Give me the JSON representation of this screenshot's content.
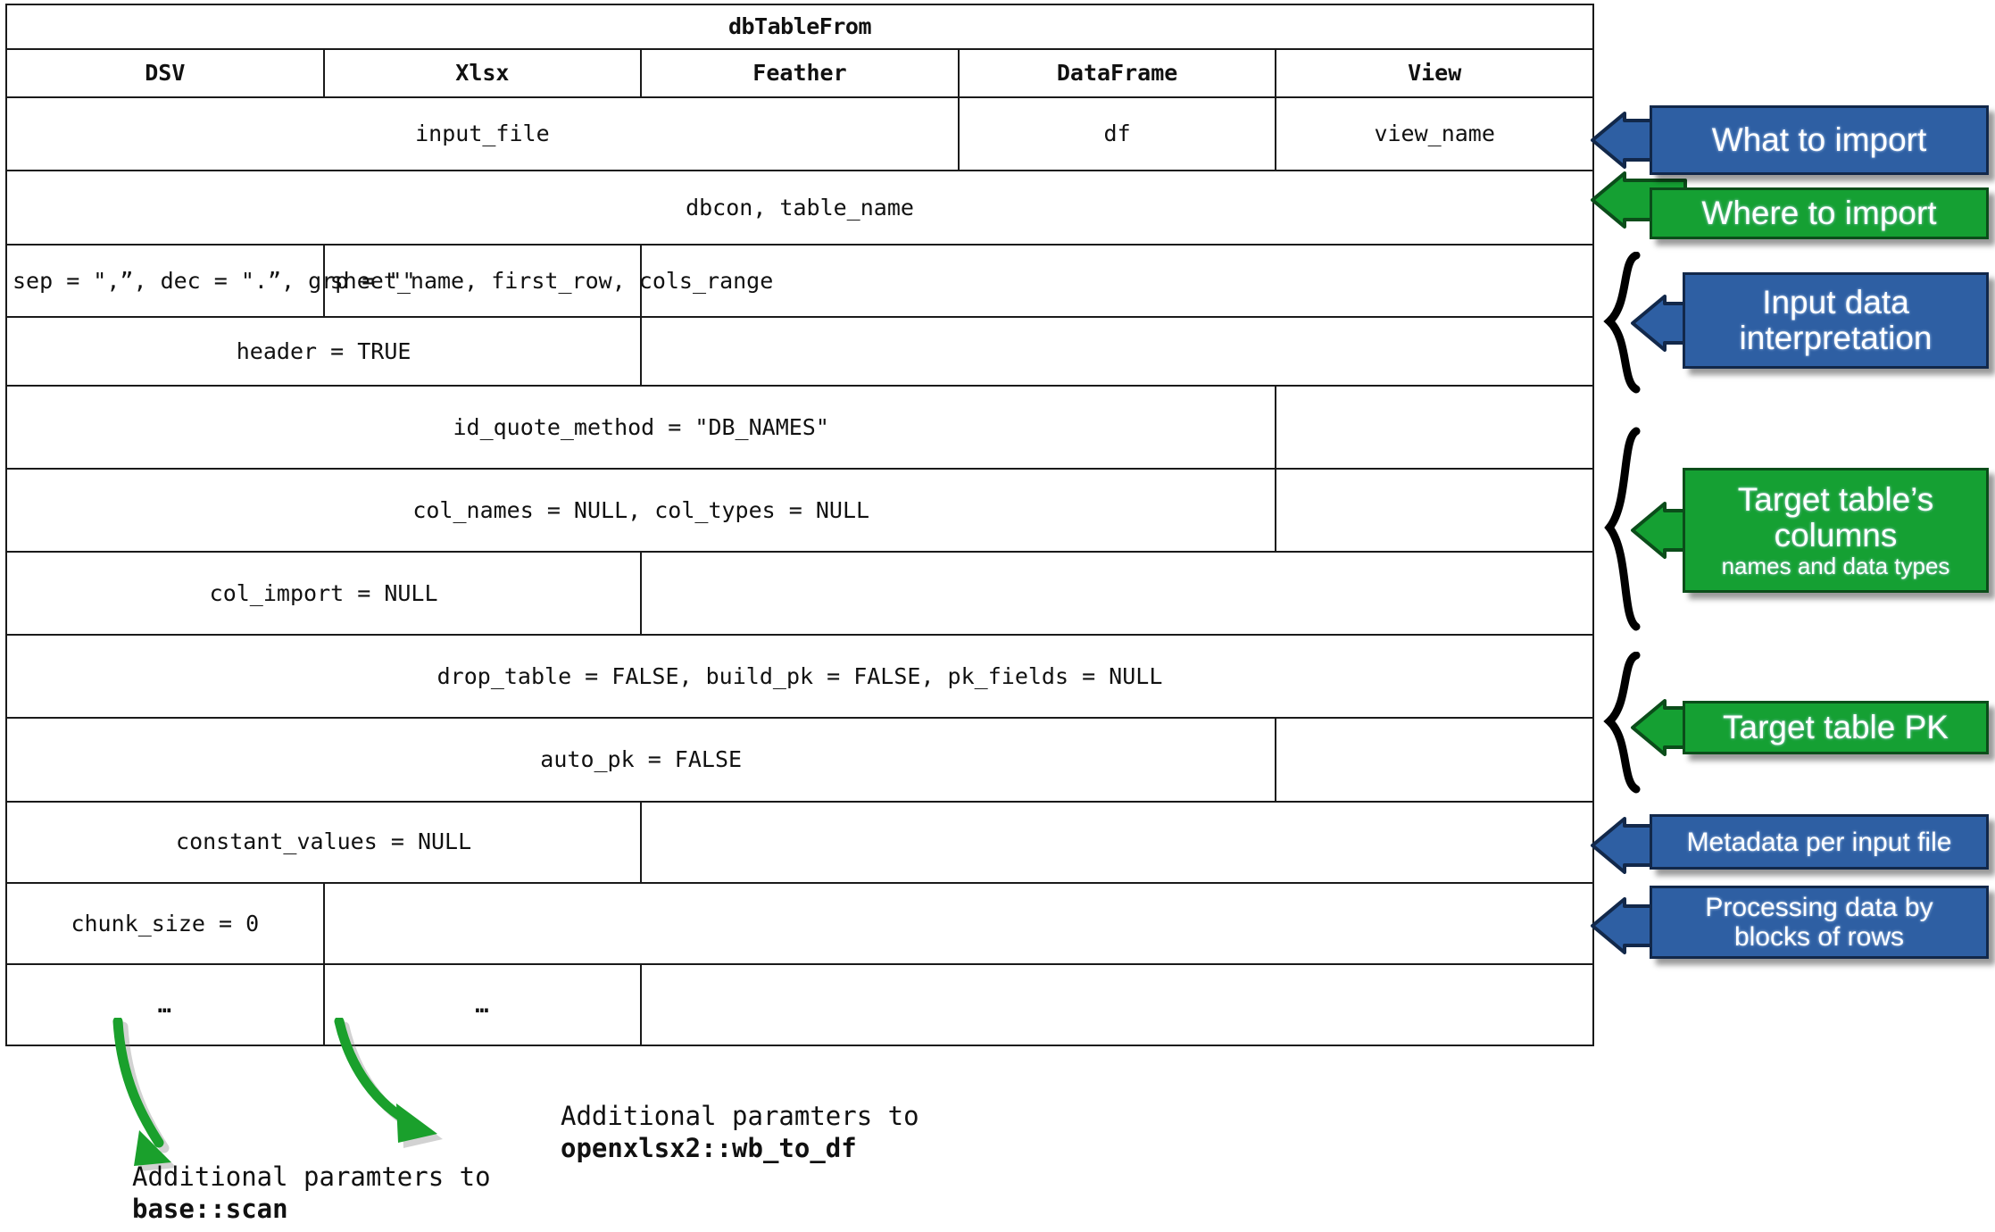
{
  "diagram": {
    "title": "dbTableFrom",
    "columns": [
      "DSV",
      "Xlsx",
      "Feather",
      "DataFrame",
      "View"
    ],
    "rows": [
      {
        "id": "input",
        "cells": [
          {
            "text": "input_file",
            "span": 3,
            "gray": false
          },
          {
            "text": "df",
            "span": 1,
            "gray": false
          },
          {
            "text": "view_name",
            "span": 1,
            "gray": false
          }
        ]
      },
      {
        "id": "dbcon",
        "cells": [
          {
            "text": "dbcon, table_name",
            "span": 5,
            "gray": false
          }
        ]
      },
      {
        "id": "sep-sheet",
        "cells": [
          {
            "text": "sep = \",”, dec = \".”, grp = \"\"",
            "span": 1,
            "gray": false,
            "wrap": true
          },
          {
            "text": "sheet_name, first_row, cols_range",
            "span": 1,
            "gray": false,
            "wrap": true
          },
          {
            "text": "",
            "span": 3,
            "gray": true
          }
        ]
      },
      {
        "id": "header",
        "cells": [
          {
            "text": "header = TRUE",
            "span": 2,
            "gray": false
          },
          {
            "text": "",
            "span": 3,
            "gray": true
          }
        ]
      },
      {
        "id": "id-quote-method",
        "cells": [
          {
            "text": "id_quote_method = \"DB_NAMES\"",
            "span": 4,
            "gray": false
          },
          {
            "text": "",
            "span": 1,
            "gray": true
          }
        ]
      },
      {
        "id": "col-names-types",
        "cells": [
          {
            "text": "col_names = NULL, col_types = NULL",
            "span": 4,
            "gray": false
          },
          {
            "text": "",
            "span": 1,
            "gray": true
          }
        ]
      },
      {
        "id": "col-import",
        "cells": [
          {
            "text": "col_import = NULL",
            "span": 2,
            "gray": false
          },
          {
            "text": "",
            "span": 3,
            "gray": true
          }
        ]
      },
      {
        "id": "drop-build-pk",
        "cells": [
          {
            "text": "drop_table = FALSE, build_pk = FALSE, pk_fields = NULL",
            "span": 5,
            "gray": false
          }
        ]
      },
      {
        "id": "auto-pk",
        "cells": [
          {
            "text": "auto_pk = FALSE",
            "span": 4,
            "gray": false
          },
          {
            "text": "",
            "span": 1,
            "gray": true
          }
        ]
      },
      {
        "id": "constant-values",
        "cells": [
          {
            "text": "constant_values = NULL",
            "span": 2,
            "gray": false
          },
          {
            "text": "",
            "span": 3,
            "gray": true
          }
        ]
      },
      {
        "id": "chunk-size",
        "cells": [
          {
            "text": "chunk_size = 0",
            "span": 1,
            "gray": false
          },
          {
            "text": "",
            "span": 4,
            "gray": true
          }
        ]
      },
      {
        "id": "more",
        "cells": [
          {
            "text": "…",
            "span": 1,
            "gray": false,
            "ellipsis": true
          },
          {
            "text": "…",
            "span": 1,
            "gray": false,
            "ellipsis": true
          },
          {
            "text": "",
            "span": 3,
            "gray": true
          }
        ]
      }
    ]
  },
  "callouts": [
    {
      "id": "what-to-import",
      "line1": "What to import",
      "line2": "",
      "sub": "",
      "color": "blue"
    },
    {
      "id": "where-to-import",
      "line1": "Where to import",
      "line2": "",
      "sub": "",
      "color": "green"
    },
    {
      "id": "input-data-interpretation",
      "line1": "Input data",
      "line2": "interpretation",
      "sub": "",
      "color": "blue"
    },
    {
      "id": "target-table-columns",
      "line1": "Target table’s",
      "line2": "columns",
      "sub": "names and data types",
      "color": "green"
    },
    {
      "id": "target-table-pk",
      "line1": "Target table PK",
      "line2": "",
      "sub": "",
      "color": "green"
    },
    {
      "id": "metadata-per-input-file",
      "line1": "Metadata per input file",
      "line2": "",
      "sub": "",
      "color": "blue"
    },
    {
      "id": "processing-data-by-blocks",
      "line1": "Processing data by",
      "line2": "blocks of rows",
      "sub": "",
      "color": "blue"
    }
  ],
  "notes": [
    {
      "id": "note-scan",
      "line1": "Additional paramters to",
      "line2": "base::scan"
    },
    {
      "id": "note-wbtodf",
      "line1": "Additional paramters to",
      "line2": "openxlsx2::wb_to_df"
    }
  ],
  "colors": {
    "blue": "#2e5fa3",
    "green": "#15a033",
    "gray_cell": "#808080",
    "arrow_green": "#1aa02c",
    "border": "#1a1a1a"
  }
}
